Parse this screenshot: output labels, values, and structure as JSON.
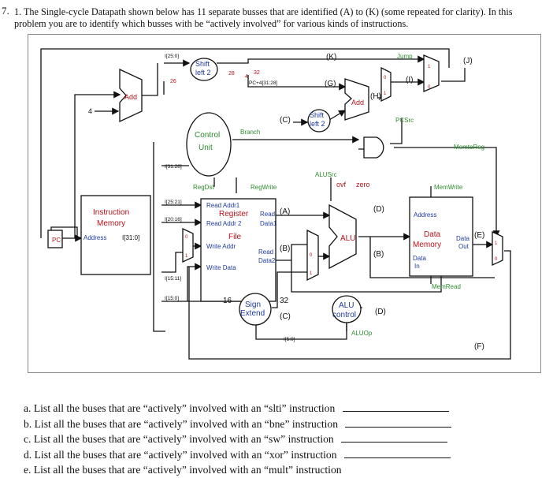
{
  "question": {
    "number": "7.",
    "item": "1.",
    "stem": "The Single-cycle Datapath shown below has 11 separate busses that are identified (A) to (K) (some repeated for clarity). In this problem you are to identify which busses with be “actively involved” for various kinds of instructions."
  },
  "diagram": {
    "pc": "PC",
    "instruction_memory": [
      "Instruction",
      "Memory"
    ],
    "im_address": "Address",
    "im_bits": "I[31:0]",
    "add_left": "Add",
    "add_right": "Add",
    "four": "4",
    "shift_top": [
      "Shift",
      "left 2"
    ],
    "shift_mid": [
      "Shift",
      "left 2"
    ],
    "control": [
      "Control",
      "Unit"
    ],
    "branch": "Branch",
    "jump": "Jump",
    "pcsrc": "PCSrc",
    "memtoreg": "MemtoReg",
    "regdst": "RegDst",
    "regwrite": "RegWrite",
    "alusrc": "ALUSrc",
    "ovf": "ovf",
    "zero": "zero",
    "memwrite": "MemWrite",
    "memread": "MemRead",
    "aluop": "ALUOp",
    "i25_0": "I[25:0]",
    "i31_26": "I[31:26]",
    "i25_21": "I[25:21]",
    "i20_16": "I[20:16]",
    "i15_11": "I[15:11]",
    "i15_0": "I[15:0]",
    "i5_0": "I[5:0]",
    "pc_high": "PC+4[31:28]",
    "n26": "26",
    "n28": "28",
    "n32": "32",
    "n4": "4",
    "n16": "16",
    "n32b": "32",
    "regfile": {
      "read_addr1": "Read Addr1",
      "register": "Register",
      "read": "Read",
      "read_addr2": "Read Addr 2",
      "data1": "Data1",
      "file": "File",
      "write_addr": "Write Addr",
      "read2": "Read",
      "data2": "Data2",
      "write_data": "Write Data"
    },
    "sign_extend": [
      "Sign",
      "Extend"
    ],
    "alu": "ALU",
    "alu_control": [
      "ALU",
      "control"
    ],
    "data_memory": {
      "address": "Address",
      "data": "Data",
      "memory": "Memory",
      "data_out1": "Data",
      "data_out2": "Out",
      "data_in1": "Data",
      "data_in2": "In"
    },
    "mux_labels": {
      "zero": "0",
      "one": "1"
    },
    "bus_labels": {
      "A": "(A)",
      "B": "(B)",
      "C": "(C)",
      "C2": "(C)",
      "D": "(D)",
      "D2": "(D)",
      "E": "(E)",
      "F": "(F)",
      "G": "(G)",
      "H": "(H)",
      "I": "(I)",
      "J": "(J)",
      "K": "(K)"
    }
  },
  "questions": [
    {
      "letter": "a.",
      "text": "List all the buses that are “actively” involved with an “slti” instruction"
    },
    {
      "letter": "b.",
      "text": "List all the buses that are “actively” involved with an “bne” instruction"
    },
    {
      "letter": "c.",
      "text": "List all the buses that are “actively” involved with an “sw” instruction"
    },
    {
      "letter": "d.",
      "text": "List all the buses that are “actively” involved with an “xor” instruction"
    },
    {
      "letter": "e.",
      "text": "List all the buses that are “actively” involved with an “mult” instruction"
    }
  ],
  "colors": {
    "label_blue": "#1f3a9e",
    "label_red": "#b5121b",
    "control_green": "#2e8b2e",
    "wire": "#111111"
  }
}
